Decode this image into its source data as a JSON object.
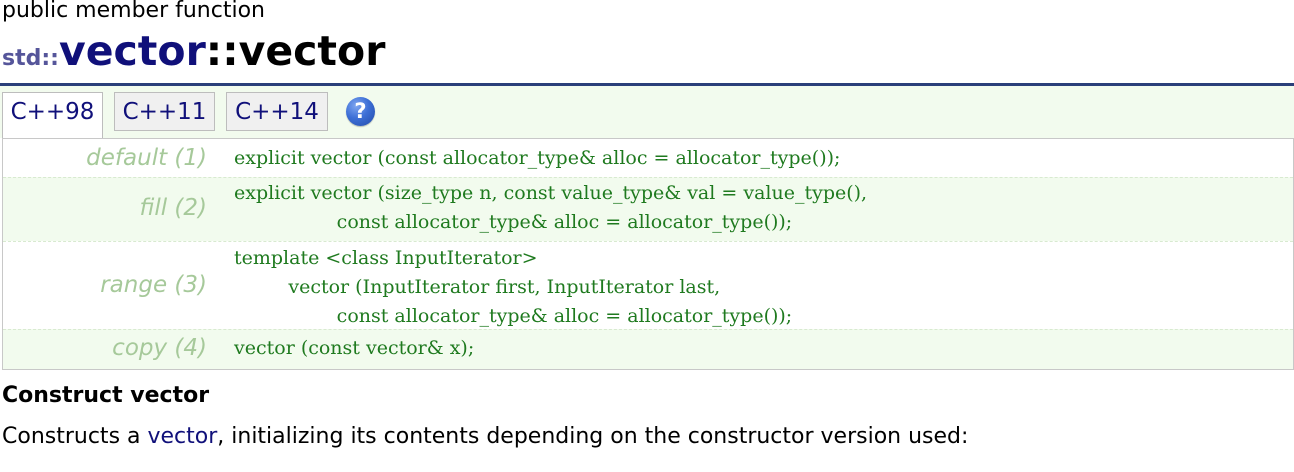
{
  "page": {
    "kind_label": "public member function",
    "namespace": "std::",
    "class_name": "vector",
    "separator": "::",
    "function_name": "vector"
  },
  "tabs": [
    {
      "label": "C++98",
      "active": true
    },
    {
      "label": "C++11",
      "active": false
    },
    {
      "label": "C++14",
      "active": false
    }
  ],
  "help_icon": {
    "glyph": "?",
    "icon": "help-icon"
  },
  "prototypes": [
    {
      "label": "default (1)",
      "code": "explicit vector (const allocator_type& alloc = allocator_type());"
    },
    {
      "label": "fill (2)",
      "code": "explicit vector (size_type n, const value_type& val = value_type(),\n                 const allocator_type& alloc = allocator_type());"
    },
    {
      "label": "range (3)",
      "code": "template <class InputIterator>\n         vector (InputIterator first, InputIterator last,\n                 const allocator_type& alloc = allocator_type());"
    },
    {
      "label": "copy (4)",
      "code": "vector (const vector& x);"
    }
  ],
  "section": {
    "title": "Construct vector",
    "desc_prefix": "Constructs a ",
    "desc_link": "vector",
    "desc_suffix": ", initializing its contents depending on the constructor version used:"
  },
  "colors": {
    "title_class": "#10107a",
    "namespace": "#55559a",
    "rule": "#2a3f7a",
    "code": "#1f7a1f",
    "label": "#a6c99a",
    "stripe": "#f2fbee"
  }
}
